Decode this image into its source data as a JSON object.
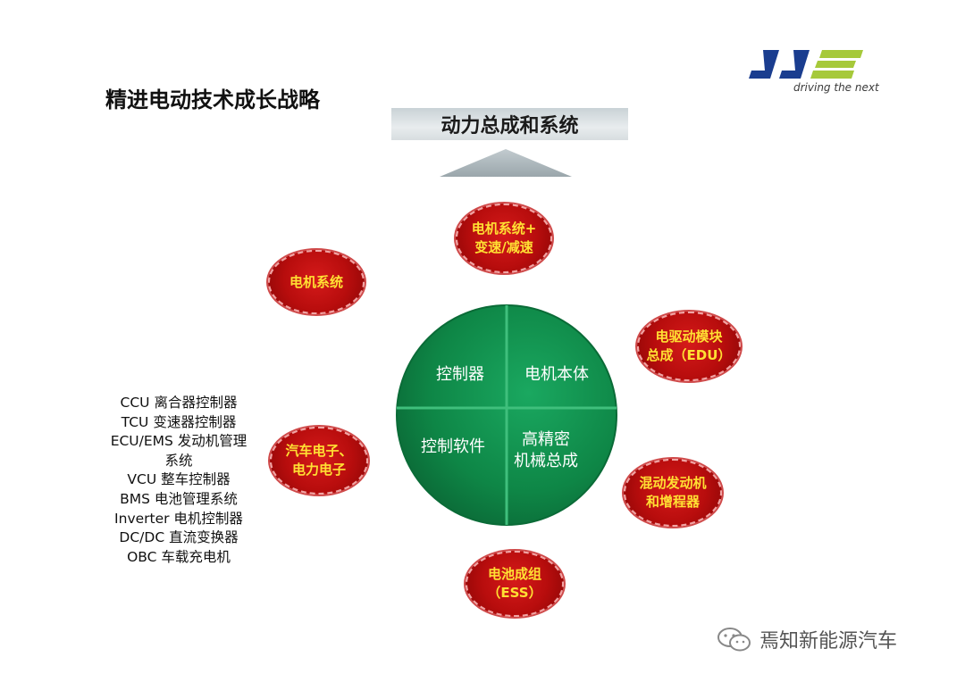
{
  "title": "精进电动技术成长战略",
  "logo": {
    "tagline": "driving the next"
  },
  "banner": "动力总成和系统",
  "center": {
    "top_left": "控制器",
    "top_right": "电机本体",
    "bottom_left": "控制软件",
    "bottom_right": "高精密\n机械总成"
  },
  "bubbles": {
    "motor_system": "电机系统",
    "motor_gear": "电机系统+\n变速/减速",
    "edu": "电驱动模块\n总成（EDU）",
    "auto_electronics": "汽车电子、\n电力电子",
    "hybrid_engine": "混动发动机\n和增程器",
    "ess": "电池成组\n（ESS）"
  },
  "controller_list": [
    "CCU 离合器控制器",
    "TCU 变速器控制器",
    "ECU/EMS 发动机管理",
    "系统",
    "VCU 整车控制器",
    "BMS 电池管理系统",
    "Inverter 电机控制器",
    "DC/DC 直流变换器",
    "OBC 车载充电机"
  ],
  "watermark": "焉知新能源汽车",
  "colors": {
    "bubble_red": "#b80d0d",
    "bubble_text": "#ffe033",
    "center_green": "#0f8a4a",
    "logo_blue": "#1a3d8f",
    "logo_green": "#a6c93a"
  }
}
